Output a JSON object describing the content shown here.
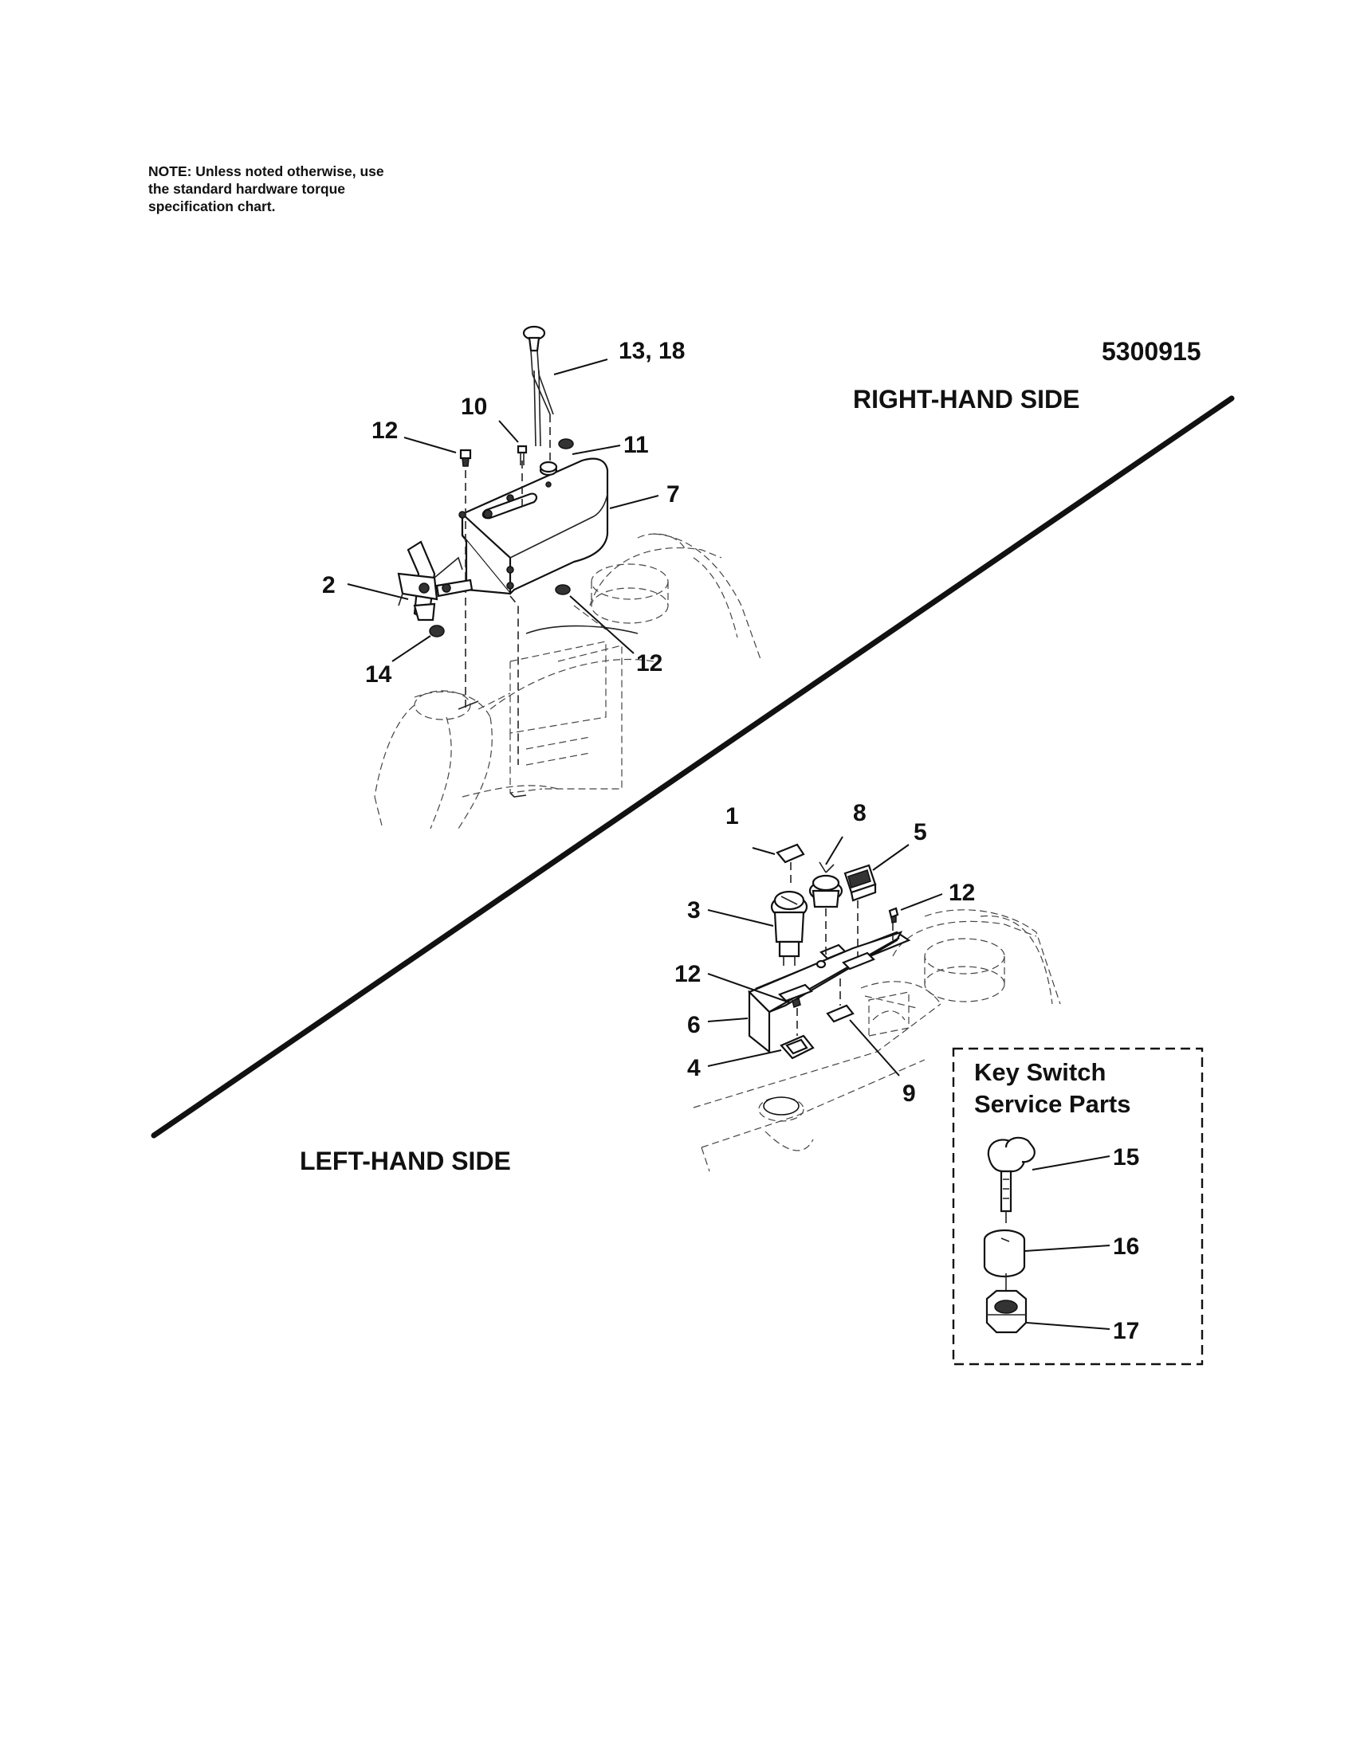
{
  "note": {
    "line1": "NOTE: Unless noted otherwise, use",
    "line2": "the standard hardware torque",
    "line3": "specification chart."
  },
  "drawing_number": "5300915",
  "sides": {
    "right": "RIGHT-HAND SIDE",
    "left": "LEFT-HAND SIDE"
  },
  "key_switch_box": {
    "title_line1": "Key Switch",
    "title_line2": "Service Parts"
  },
  "callouts": {
    "c13_18": "13, 18",
    "c10": "10",
    "c12_top": "12",
    "c11": "11",
    "c7": "7",
    "c2": "2",
    "c12_mid": "12",
    "c14": "14",
    "c1": "1",
    "c8": "8",
    "c5": "5",
    "c12_lower_right": "12",
    "c3": "3",
    "c12_lower_left": "12",
    "c6": "6",
    "c4": "4",
    "c9": "9",
    "c15": "15",
    "c16": "16",
    "c17": "17"
  }
}
